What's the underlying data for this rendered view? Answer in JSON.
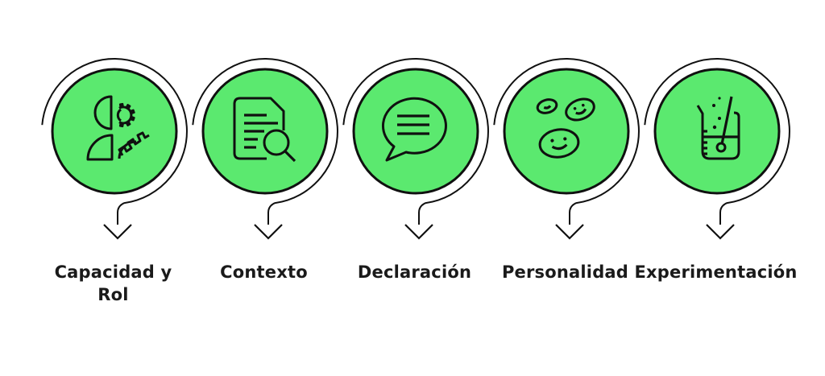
{
  "colors": {
    "circle_fill": "#5BE96F",
    "stroke": "#101010",
    "text": "#1A1A1A",
    "background": "#FFFFFF"
  },
  "steps": [
    {
      "icon": "capability-role-icon",
      "label_lines": [
        "Capacidad y",
        "Rol"
      ]
    },
    {
      "icon": "document-search-icon",
      "label_lines": [
        "Contexto"
      ]
    },
    {
      "icon": "speech-bubble-icon",
      "label_lines": [
        "Declaración"
      ]
    },
    {
      "icon": "smiley-faces-icon",
      "label_lines": [
        "Personalidad"
      ]
    },
    {
      "icon": "beaker-icon",
      "label_lines": [
        "Experimentación"
      ]
    }
  ]
}
